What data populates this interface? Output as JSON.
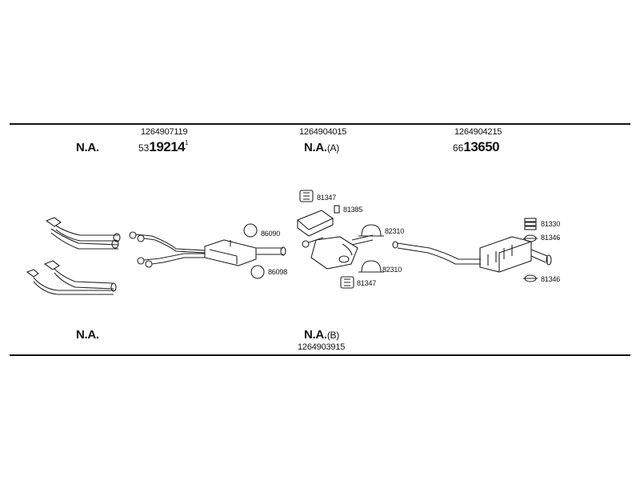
{
  "header": {
    "col1": {
      "label": "N.A."
    },
    "col2": {
      "number": "1264907119",
      "prefix": "53",
      "code": "19214",
      "sup": "1"
    },
    "col3": {
      "number": "1264904015",
      "label": "N.A.",
      "suffix": "(A)"
    },
    "col4": {
      "number": "1264904215",
      "prefix": "66",
      "code": "13650"
    }
  },
  "footer": {
    "col1": {
      "label": "N.A."
    },
    "col2": {
      "label": "N.A.",
      "suffix": "(B)",
      "number": "1264903915"
    }
  },
  "parts": {
    "p86090": "86090",
    "p86098": "86098",
    "p81347_top": "81347",
    "p81385": "81385",
    "p82310_top": "82310",
    "p82310_bottom": "82310",
    "p81347_bottom": "81347",
    "p81330": "81330",
    "p81346_top": "81346",
    "p81346_bottom": "81346"
  }
}
